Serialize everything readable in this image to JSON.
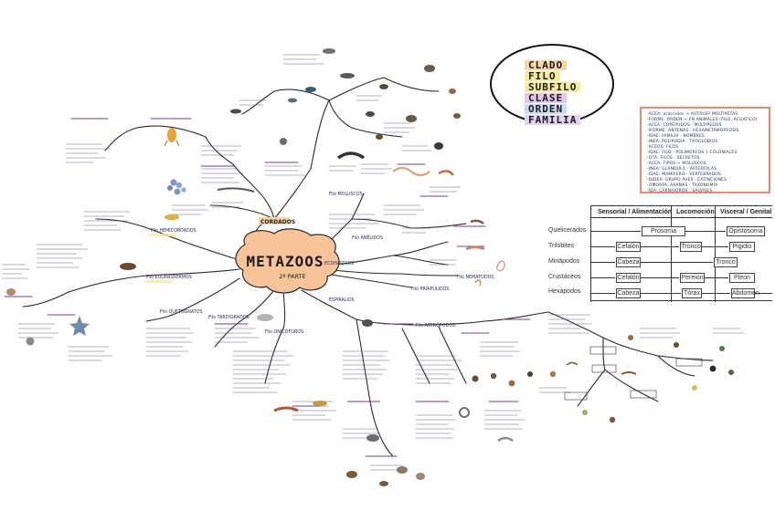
{
  "central": {
    "title": "METAZOOS",
    "subtitle": "2ª PARTE",
    "fill": "#f7c49a"
  },
  "legend": {
    "items": [
      {
        "label": "CLADO",
        "color": "#f6d6a8"
      },
      {
        "label": "FILO",
        "color": "#f6ec9a"
      },
      {
        "label": "SUBFILO",
        "color": "#f6ec9a"
      },
      {
        "label": "CLASE",
        "color": "#e7c6ec"
      },
      {
        "label": "ORDEN",
        "color": "#c9dcf5"
      },
      {
        "label": "FAMILIA",
        "color": "#e3d3f1"
      }
    ]
  },
  "notes": {
    "border_color": "#e88a6a",
    "lines": [
      "-ACEA: arácnidos → AUTRUS? MULTIPETAS",
      "-FORME: ORDEN ~ EN ANIMALES (FILO, ACUATICO)",
      "-ACEA: COPEPODOS · MULTIPEDOS",
      "-IFORME: ANTENAS · HEXAMETAMORFOSIS",
      "-IDAE: FAMILIA · NOMBRES",
      "-INEA: POLIPODIA · TROGLOBIOS",
      "-ACEOS: FILOS",
      "-IDAE: FILO · POLIMORFOS    } COLONIALES",
      "-OTA: FILOS · SECRETOS",
      "-ACEA: TIPOS ~ MOLUSCOS",
      "-INEA: GLANDULA · ARTERIOLAS",
      "-IDAE: MAMIFERO · VERTEBRADOS",
      "-OIDEA: GRUPO AVES · EXTINCIONES",
      "-OMORFA: ARAÑAS · TAXONOMIA",
      "-IDA: CARNIVOROS · SALVAJES"
    ]
  },
  "arthropod_table": {
    "headers": [
      "Sensorial / Alimentación",
      "Locomoción",
      "Visceral / Genital"
    ],
    "rows": [
      {
        "label": "Quelicerados",
        "cells": [
          {
            "text": "Prosoma",
            "span": "sens-loc"
          },
          {
            "text": "Opistosoma",
            "span": "visc"
          }
        ]
      },
      {
        "label": "Trilobites",
        "cells": [
          {
            "text": "Cefalón",
            "span": "sens"
          },
          {
            "text": "Tronco",
            "span": "loc"
          },
          {
            "text": "Pigidio",
            "span": "visc"
          }
        ]
      },
      {
        "label": "Miriápodos",
        "cells": [
          {
            "text": "Cabeza",
            "span": "sens"
          },
          {
            "text": "Tronco",
            "span": "loc-visc"
          }
        ]
      },
      {
        "label": "Crustáceos",
        "cells": [
          {
            "text": "Cefalón",
            "span": "sens"
          },
          {
            "text": "Pereion",
            "span": "loc"
          },
          {
            "text": "Pleon",
            "span": "visc"
          }
        ]
      },
      {
        "label": "Hexápodos",
        "cells": [
          {
            "text": "Cabeza",
            "span": "sens"
          },
          {
            "text": "Tórax",
            "span": "loc"
          },
          {
            "text": "Abdomen",
            "span": "visc"
          }
        ]
      }
    ]
  },
  "branches": [
    {
      "label": "CORDADOS",
      "color": "#f3a04a"
    },
    {
      "label": "Filo HEMICORDADOS",
      "color": "#2a2a6a"
    },
    {
      "label": "Filo EQUINODERMOS",
      "color": "#2a2a6a"
    },
    {
      "label": "Filo QUETOGNATOS",
      "color": "#2a2a6a"
    },
    {
      "label": "Filo TARDIGRADOS",
      "color": "#2a2a6a"
    },
    {
      "label": "Filo ONICÓFOROS",
      "color": "#2a2a6a"
    },
    {
      "label": "Filo ARTRÓPODOS",
      "color": "#2a2a6a"
    },
    {
      "label": "Filo ANÉLIDOS",
      "color": "#2a2a6a"
    },
    {
      "label": "Filo NEMATODOS",
      "color": "#2a2a6a"
    },
    {
      "label": "Filo PRIAPÚLIDOS",
      "color": "#2a2a6a"
    },
    {
      "label": "Filo MOLUSCOS",
      "color": "#2a2a6a"
    },
    {
      "label": "ECDISOZOOS",
      "color": "#2a2a6a"
    },
    {
      "label": "ESPIRALIOS",
      "color": "#2a2a6a"
    }
  ]
}
